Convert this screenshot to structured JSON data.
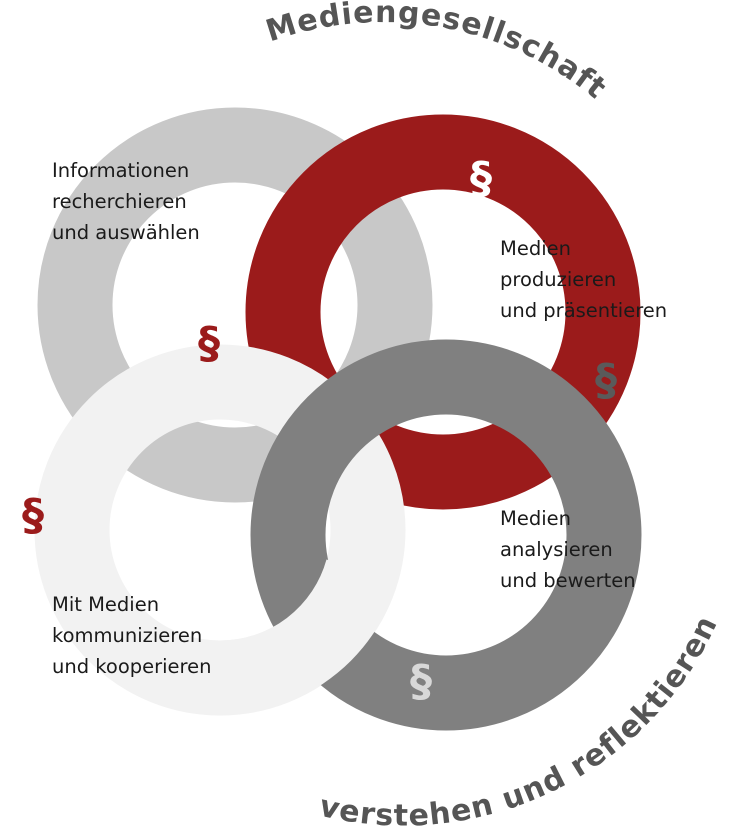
{
  "arc_top": "Mediengesellschaft",
  "arc_bottom": "verstehen und reflektieren",
  "section_symbol": "§",
  "rings": {
    "information": [
      "Informationen",
      "recherchieren",
      "und auswählen"
    ],
    "produce": [
      "Medien",
      "produzieren",
      "und präsentieren"
    ],
    "analyse": [
      "Medien",
      "analysieren",
      "und bewerten"
    ],
    "communicate": [
      "Mit Medien",
      "kommunizieren",
      "und kooperieren"
    ]
  },
  "colors": {
    "ring_information": "#c8c8c8",
    "ring_produce": "#9b1b1b",
    "ring_analyse": "#808080",
    "ring_communicate": "#f2f2f2",
    "arc_text": "#555555",
    "symbol_red": "#9b1b1b",
    "symbol_white": "#ffffff",
    "symbol_dark": "#5a5a5a",
    "symbol_light": "#d8d8d8"
  }
}
